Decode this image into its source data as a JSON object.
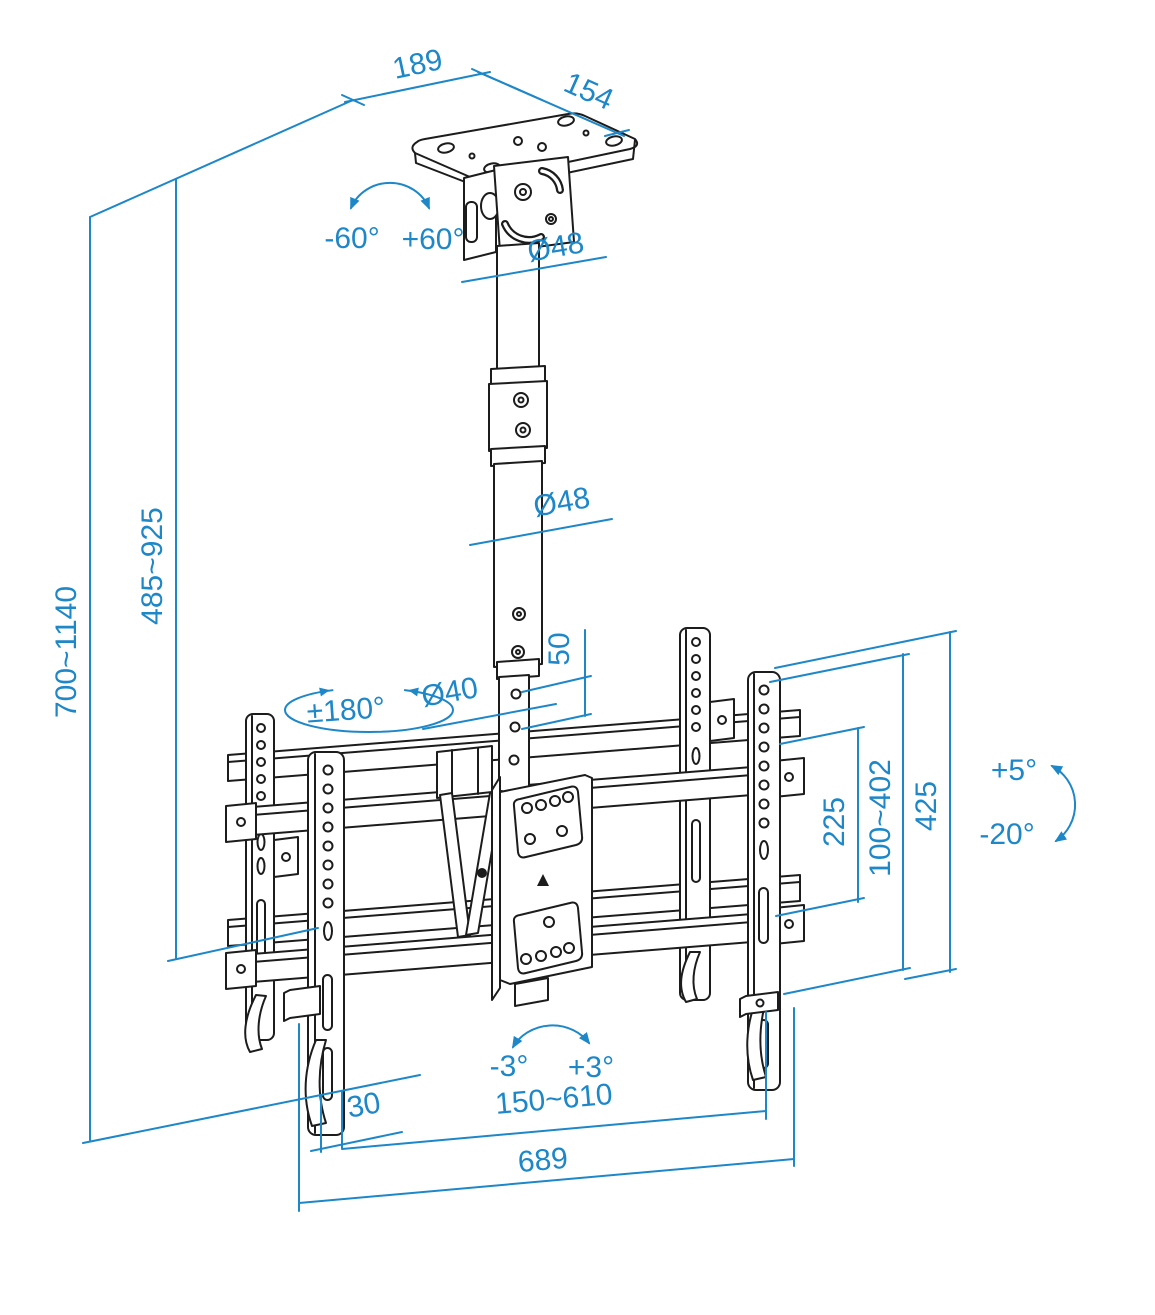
{
  "meta": {
    "drawing_type": "technical-dimension-drawing",
    "subject": "ceiling TV mount with telescopic pole and dual brackets",
    "accent_color": "#1d87c8",
    "line_color": "#1c1c1c",
    "background_color": "#ffffff"
  },
  "diagram": {
    "labels": {
      "top_width": "189",
      "top_depth": "154",
      "swivel_left": "-60°",
      "swivel_right": "+60°",
      "upper_pole_diameter": "Ø48",
      "mid_pole_diameter": "Ø48",
      "inner_pole_diameter": "Ø40",
      "hole_spacing": "50",
      "pole_rotation": "±180°",
      "ceiling_to_bottom_height": "700~1140",
      "drop_height": "485~925",
      "bracket_hole_spacing": "225",
      "vesa_height_range": "100~402",
      "bracket_height": "425",
      "tilt_up": "+5°",
      "tilt_down": "-20°",
      "level_left": "-3°",
      "level_right": "+3°",
      "bracket_offset": "30",
      "tv_width_range": "150~610",
      "overall_width": "689"
    }
  }
}
